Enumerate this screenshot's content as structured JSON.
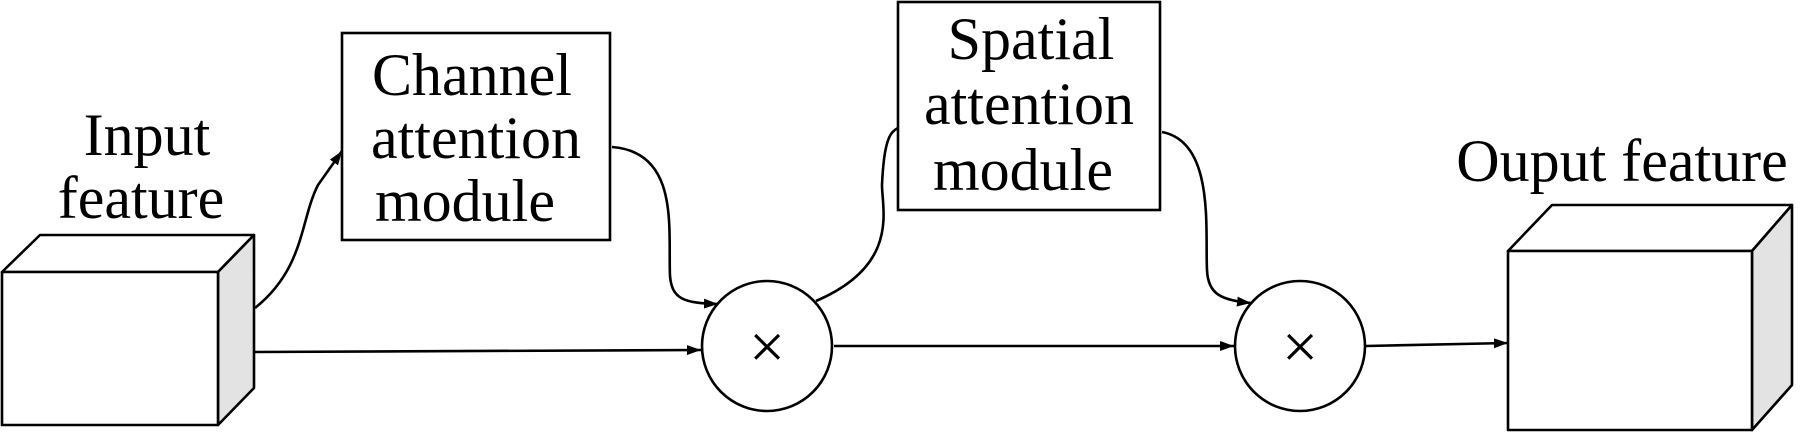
{
  "diagram": {
    "input": {
      "line1": "Input",
      "line2": "feature"
    },
    "output": {
      "label": "Ouput feature"
    },
    "channel": {
      "line1": "Channel",
      "line2": "attention",
      "line3": "module"
    },
    "spatial": {
      "line1": "Spatial",
      "line2": "attention",
      "line3": "module"
    },
    "multiply1": {
      "symbol": "×"
    },
    "multiply2": {
      "symbol": "×"
    }
  }
}
